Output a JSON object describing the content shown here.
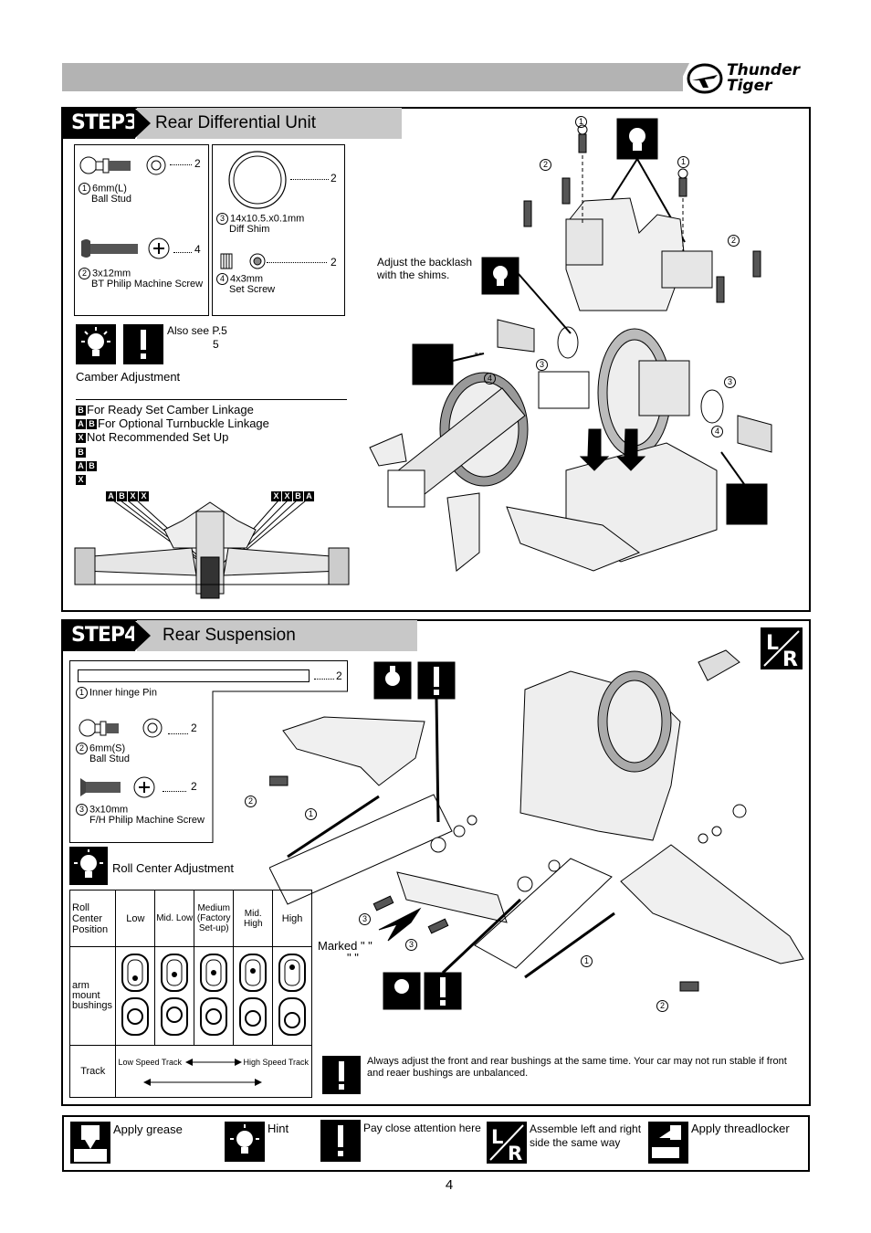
{
  "header": {
    "brand_line1": "Thunder",
    "brand_line2": "Tiger"
  },
  "step3": {
    "tag": "STEP3",
    "title": "Rear Differential Unit",
    "parts": [
      {
        "num": "1",
        "name_line1": "6mm(L)",
        "name_line2": "Ball Stud",
        "qty": "2"
      },
      {
        "num": "2",
        "name_line1": "3x12mm",
        "name_line2": "BT Philip Machine Screw",
        "qty": "4"
      },
      {
        "num": "3",
        "name_line1": "14x10.5.x0.1mm",
        "name_line2": "Diff Shim",
        "qty": "2"
      },
      {
        "num": "4",
        "name_line1": "4x3mm",
        "name_line2": "Set Screw",
        "qty": "2"
      }
    ],
    "also_see": "Also see P.5",
    "also_see_num": "5",
    "camber_title": "Camber Adjustment",
    "camber_options": [
      {
        "marks": [
          "B"
        ],
        "text": "For Ready Set Camber Linkage"
      },
      {
        "marks": [
          "A",
          "B"
        ],
        "text": "For Optional Turnbuckle Linkage"
      },
      {
        "marks": [
          "X"
        ],
        "text": "Not Recommended Set Up"
      }
    ],
    "camber_marks_repeat": [
      [
        "B"
      ],
      [
        "A",
        "B"
      ],
      [
        "X"
      ]
    ],
    "diagram_marks_left": [
      "A",
      "B",
      "X",
      "X"
    ],
    "diagram_marks_right": [
      "X",
      "X",
      "B",
      "A"
    ],
    "backlash_note": "Adjust the backlash with the shims.",
    "callouts": [
      "1",
      "2",
      "1",
      "2",
      "3",
      "4",
      "3",
      "4"
    ]
  },
  "step4": {
    "tag": "STEP4",
    "title": "Rear Suspension",
    "parts": [
      {
        "num": "1",
        "name_line1": "Inner hinge Pin",
        "name_line2": "",
        "qty": "2"
      },
      {
        "num": "2",
        "name_line1": "6mm(S)",
        "name_line2": "Ball Stud",
        "qty": "2"
      },
      {
        "num": "3",
        "name_line1": "3x10mm",
        "name_line2": "F/H Philip Machine Screw",
        "qty": "2"
      }
    ],
    "roll_center_title": "Roll Center Adjustment",
    "table": {
      "row1_label": "Roll Center Position",
      "columns": [
        "Low",
        "Mid. Low",
        "Medium (Factory Set-up)",
        "Mid. High",
        "High"
      ],
      "row2_label": "arm mount bushings",
      "row3_label": "Track",
      "track_low": "Low Speed Track",
      "track_high": "High Speed Track"
    },
    "marked_label": "Marked \"     \"",
    "marked_quote": "\"     \"",
    "warning_text": "Always adjust the front and rear bushings at the same time.  Your car may not run stable if front and reaer bushings are unbalanced.",
    "callouts": [
      "2",
      "1",
      "3",
      "3",
      "1",
      "2"
    ]
  },
  "legend": {
    "items": [
      {
        "icon": "grease-icon",
        "label": "Apply grease"
      },
      {
        "icon": "hint-icon",
        "label": "Hint"
      },
      {
        "icon": "attention-icon",
        "label": "Pay close attention here"
      },
      {
        "icon": "left-right-icon",
        "label": "Assemble left and right side the same way"
      },
      {
        "icon": "threadlocker-icon",
        "label": "Apply threadlocker"
      }
    ]
  },
  "page_number": "4"
}
